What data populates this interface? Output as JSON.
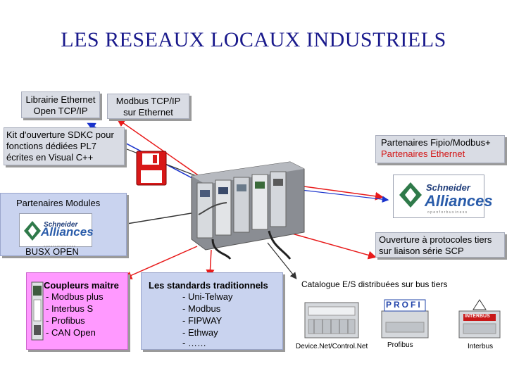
{
  "title": "LES RESEAUX LOCAUX INDUSTRIELS",
  "boxes": {
    "librairie": {
      "line1": "Librairie Ethernet",
      "line2": "Open TCP/IP"
    },
    "modbus_tcp": {
      "line1": "Modbus TCP/IP",
      "line2": "sur Ethernet"
    },
    "kit": {
      "line1": "Kit d'ouverture SDKC pour",
      "line2": "fonctions dédiées PL7",
      "line3": "écrites en Visual C++"
    },
    "partenaires_fipio": {
      "line1": "Partenaires Fipio/Modbus+",
      "line2": "Partenaires Ethernet"
    },
    "partenaires_modules": {
      "label": "Partenaires Modules",
      "busx": "BUSX OPEN"
    },
    "ouverture": {
      "line1": "Ouverture à protocoles tiers",
      "line2": "sur liaison série SCP"
    },
    "coupleurs": {
      "heading": "Coupleurs maitre",
      "items": [
        "- Modbus plus",
        "- Interbus S",
        "- Profibus",
        "- CAN Open"
      ]
    },
    "standards": {
      "heading": "Les standards traditionnels",
      "items": [
        "- Uni-Telway",
        "- Modbus",
        "- FIPWAY",
        "- Ethway",
        "- ……"
      ]
    },
    "catalogue": {
      "heading": "Catalogue E/S distribuées  sur bus tiers",
      "devicenet": "Device.Net/Control.Net",
      "profibus": "Profibus",
      "interbus": "Interbus",
      "profibus_logo": "PROFI",
      "interbus_logo": "INTERBUS"
    }
  },
  "logos": {
    "brand": "Schneider",
    "program": "Alliances",
    "tagline": "o p e n   f o r   b u s i n e s s"
  },
  "colors": {
    "title": "#1a1a8c",
    "arrow_red": "#e81a1a",
    "arrow_blue": "#1a33cc",
    "arrow_dark": "#333333",
    "pink": "#ff99ff"
  }
}
